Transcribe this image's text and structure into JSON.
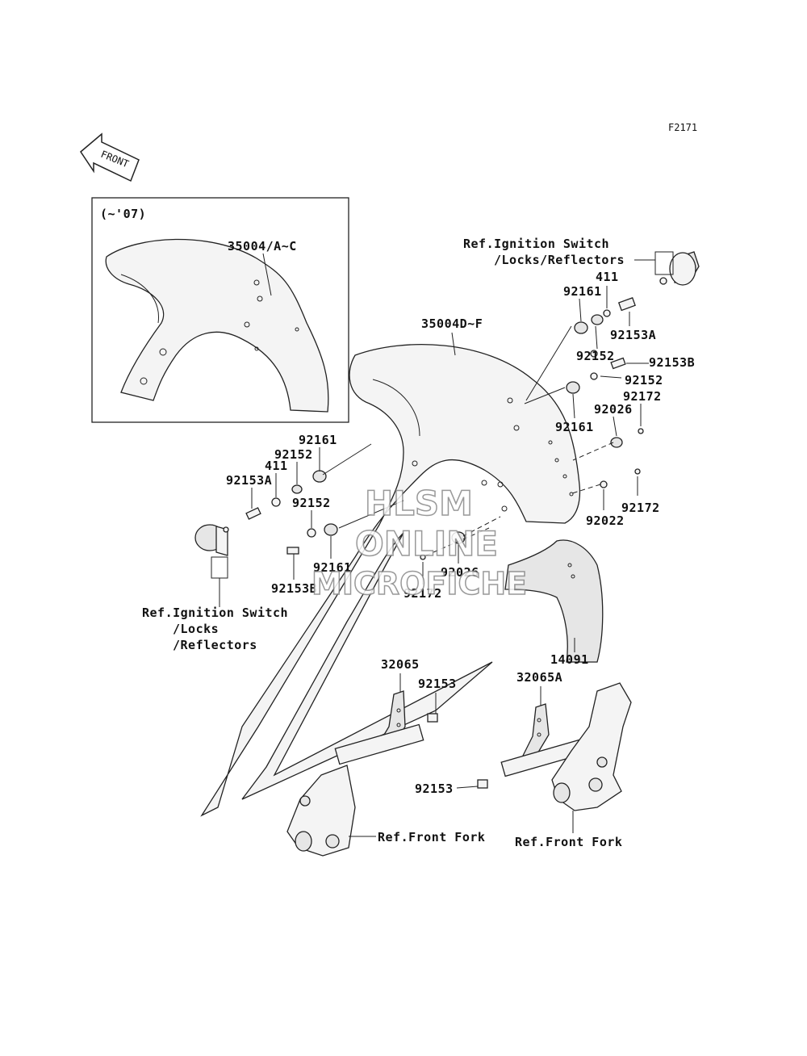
{
  "diagram": {
    "code": "F2171",
    "front_arrow": "FRONT",
    "inset_note": "(~'07)",
    "watermark": {
      "line1": "HLSM",
      "line2": "ONLINE",
      "line3": "MICROFICHE"
    },
    "labels": {
      "p35004_ac": "35004/A~C",
      "p35004_df": "35004D~F",
      "ref_ign_top_1": "Ref.Ignition Switch",
      "ref_ign_top_2": "/Locks/Reflectors",
      "p411_top": "411",
      "p92161_top": "92161",
      "p92153a_right": "92153A",
      "p92152_right1": "92152",
      "p92153b_right": "92153B",
      "p92152_right2": "92152",
      "p92172_right1": "92172",
      "p92026_right": "92026",
      "p92161_right": "92161",
      "p92022": "92022",
      "p92172_right2": "92172",
      "p92161_left": "92161",
      "p92152_left": "92152",
      "p411_left": "411",
      "p92153a_left": "92153A",
      "p92152_left2": "92152",
      "p92161_left2": "92161",
      "p92153b_left": "92153B",
      "p92026_center": "92026",
      "p92172_center": "92172",
      "ref_ign_left_1": "Ref.Ignition Switch",
      "ref_ign_left_2": "/Locks",
      "ref_ign_left_3": "/Reflectors",
      "p14091": "14091",
      "p32065": "32065",
      "p92153_a": "92153",
      "p32065a": "32065A",
      "p92153_b": "92153",
      "ref_fork_left": "Ref.Front Fork",
      "ref_fork_right": "Ref.Front Fork"
    }
  }
}
